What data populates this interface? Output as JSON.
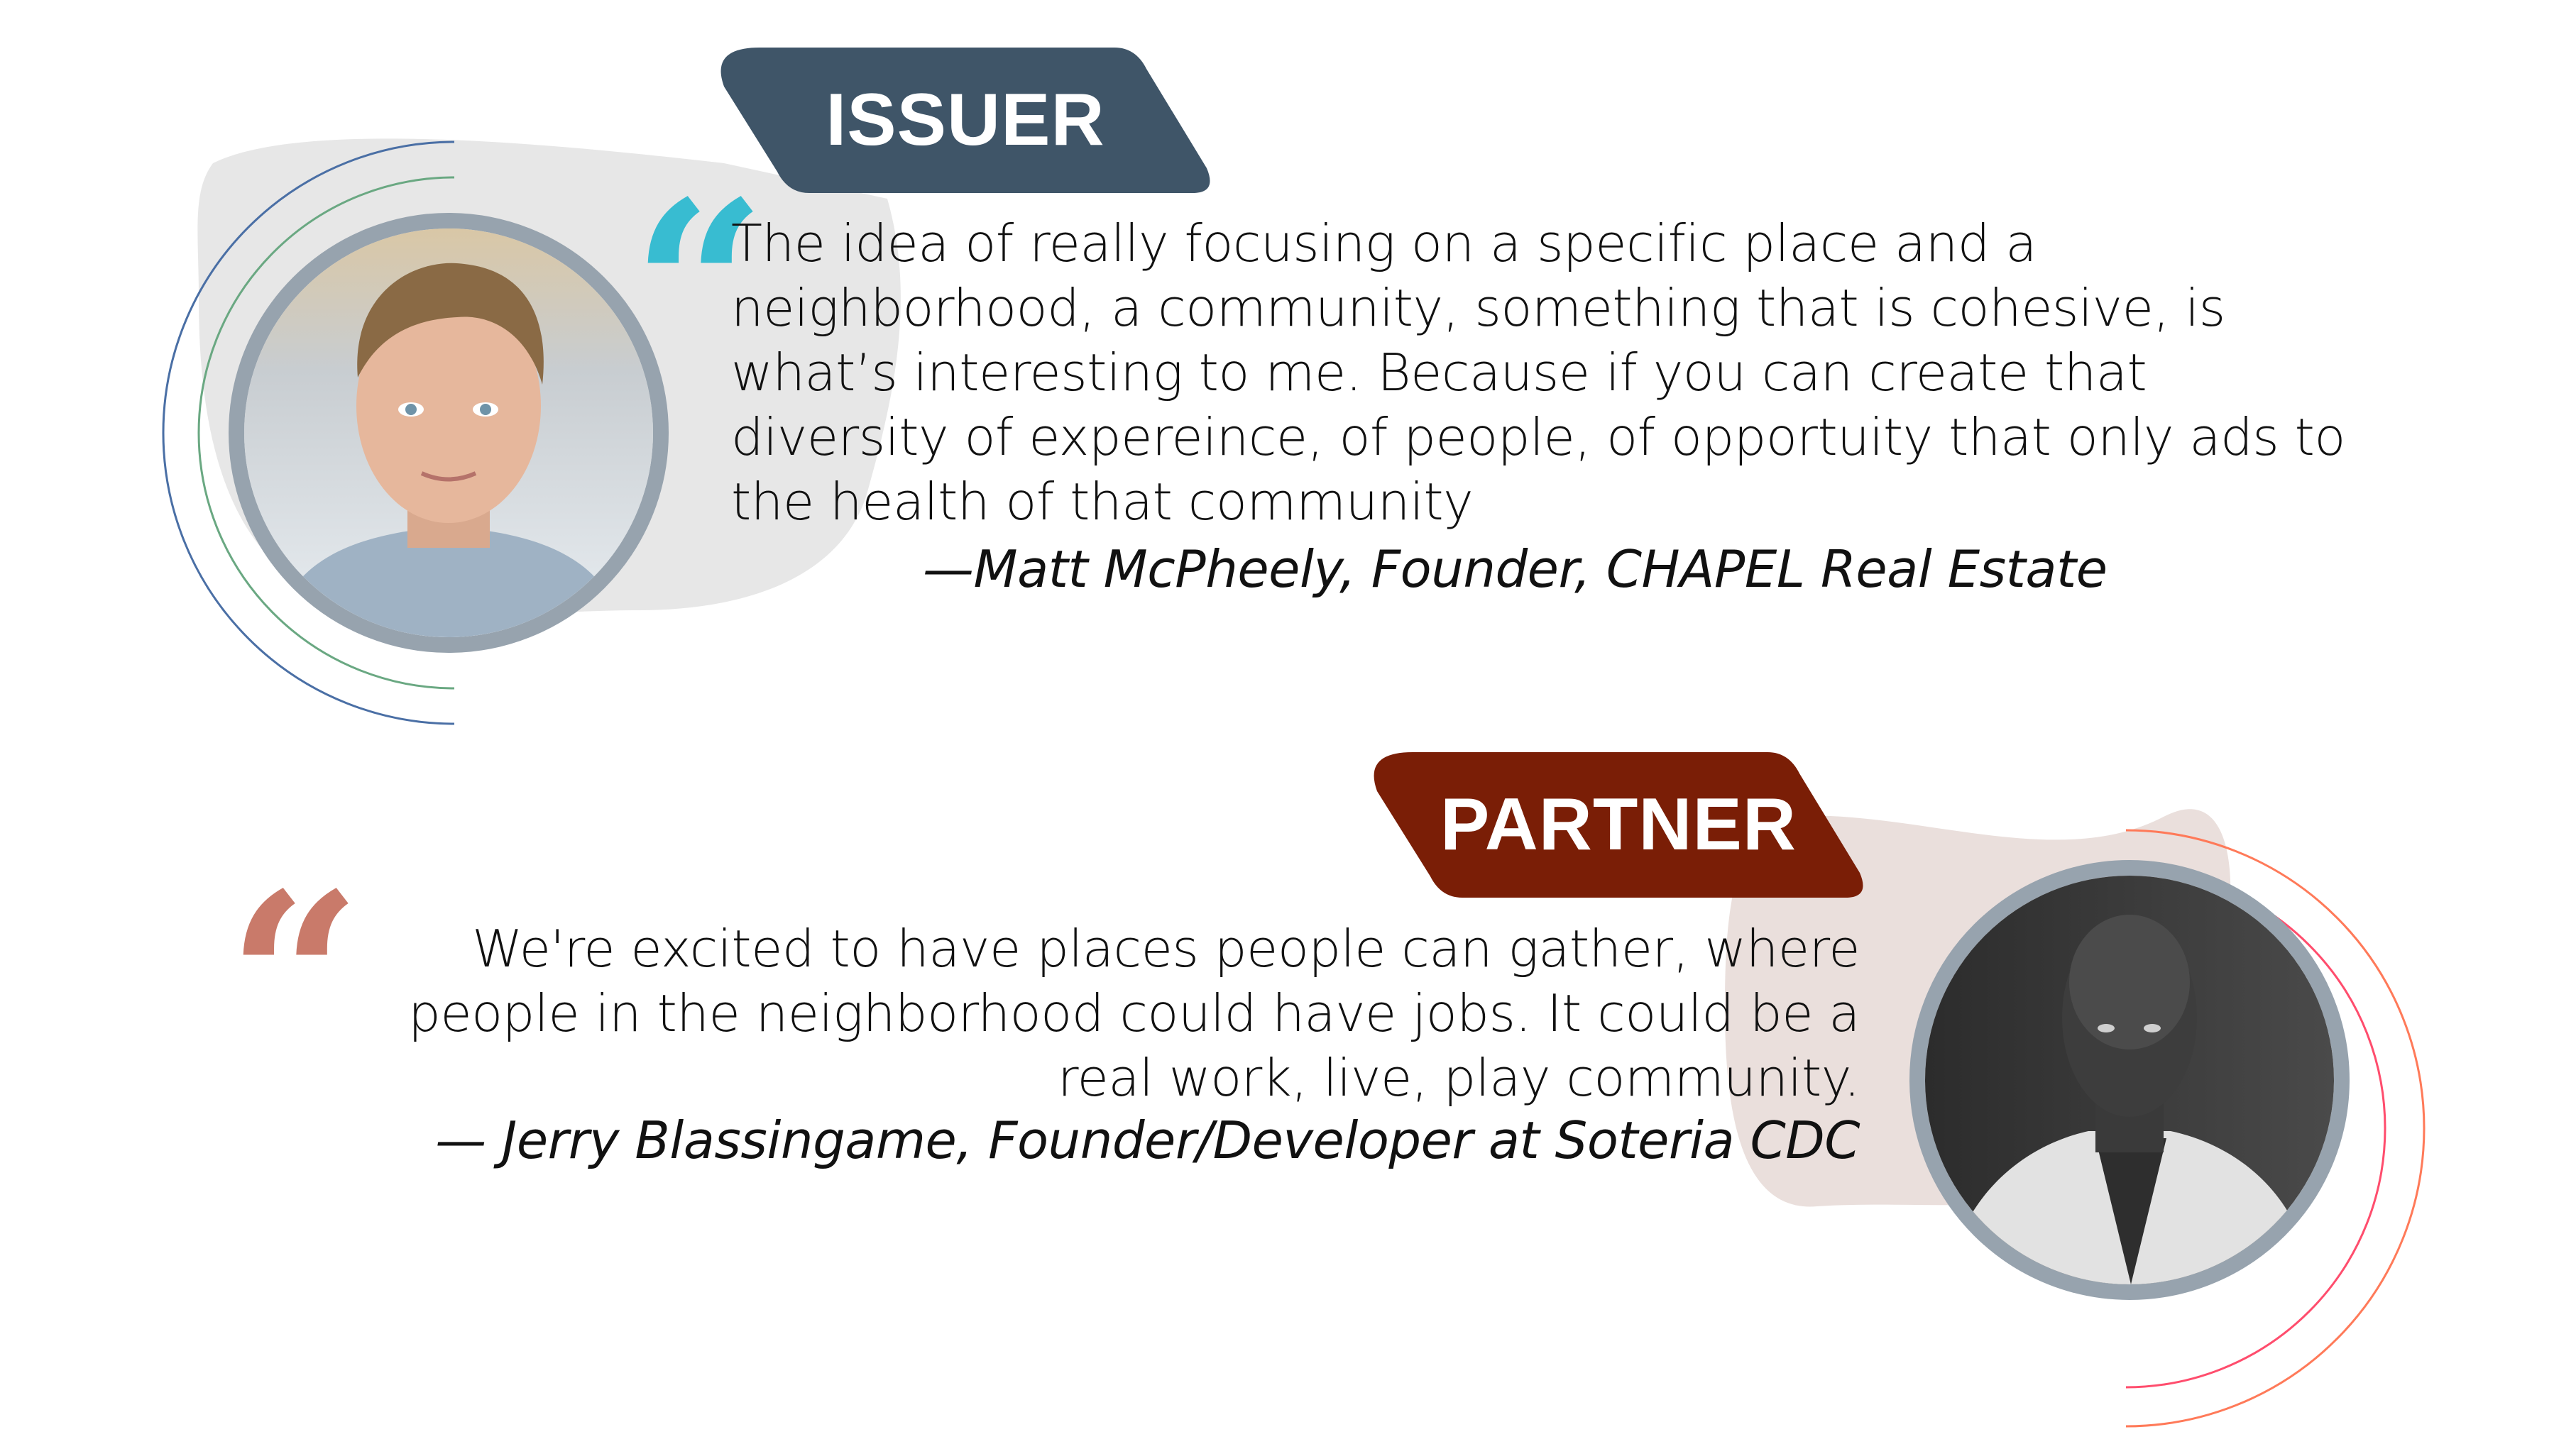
{
  "issuer": {
    "badge_label": "ISSUER",
    "badge_color": "#3f5568",
    "accent_color": "#38bcd1",
    "quote_lines": [
      [
        "The idea of really focusing on a ",
        {
          "hl": "specific"
        },
        " place and a"
      ],
      [
        "neighborhood, a community, something that is cohesive, is"
      ],
      [
        "what’s interesting to me. Because if you can create that"
      ],
      [
        {
          "hl": "diversity"
        },
        " of expereince, of people, of opportuity that only ads to"
      ],
      [
        "the health of that community"
      ]
    ],
    "highlighted_words": [
      "specific",
      "diversity"
    ],
    "attribution": "—Matt McPheely, Founder, CHAPEL Real Estate",
    "photo_alt": "Portrait of Matt McPheely"
  },
  "partner": {
    "badge_label": "PARTNER",
    "badge_color": "#7a1e06",
    "accent_color": "#c97a6a",
    "quote_lines": [
      [
        "We're excited to have places people can ",
        {
          "hl": "gather"
        },
        ", where"
      ],
      [
        "people in the ",
        {
          "hl": "neighborhood"
        },
        " could have jobs. It could be a"
      ],
      [
        "real work, live, play community."
      ]
    ],
    "highlighted_words": [
      "gather",
      "neighborhood"
    ],
    "attribution": "— Jerry Blassingame, Founder/Developer at Soteria CDC",
    "photo_alt": "Portrait of Jerry Blassingame"
  },
  "icons": {
    "quote_open": "“"
  }
}
